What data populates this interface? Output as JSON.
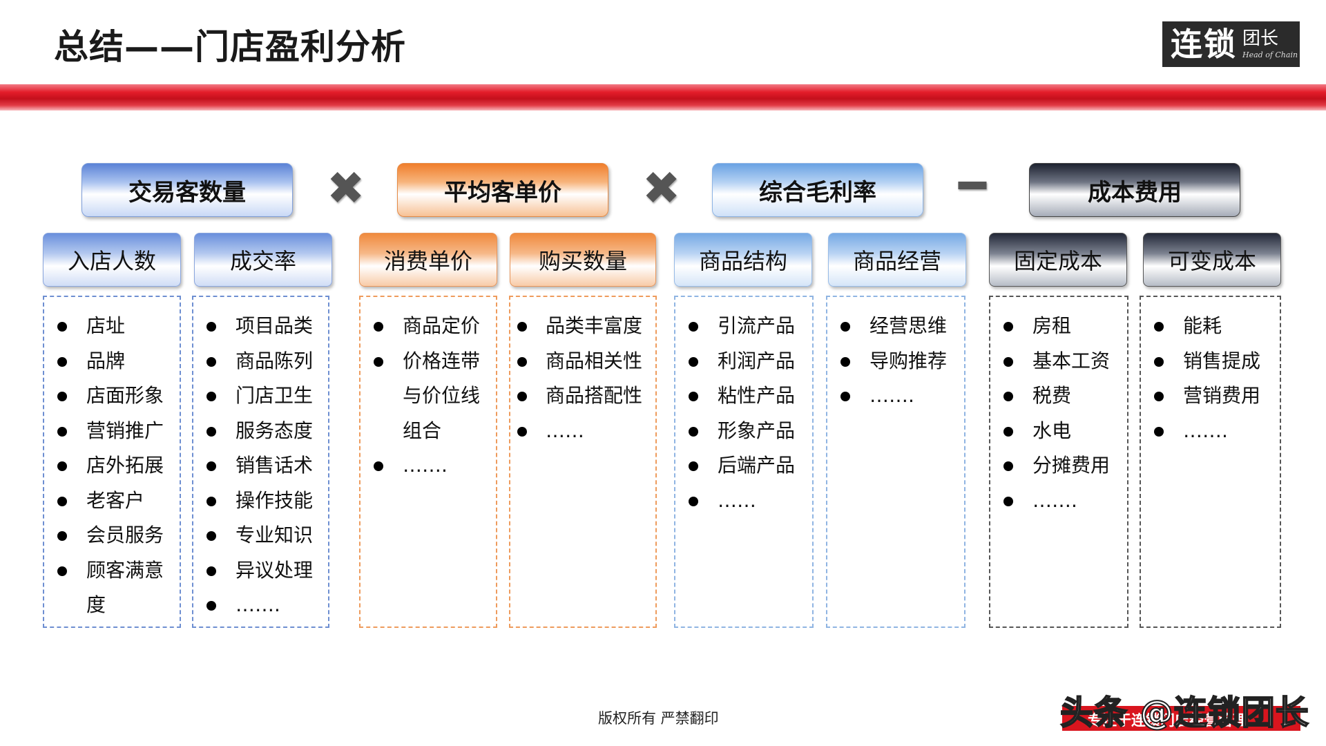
{
  "title": "总结——门店盈利分析",
  "logo": {
    "main": "连锁",
    "side": "团长",
    "en": "Head of Chain"
  },
  "headers": [
    {
      "label": "交易客数量",
      "color": "#5b82d6"
    },
    {
      "label": "平均客单价",
      "color": "#f07e2c"
    },
    {
      "label": "综合毛利率",
      "color": "#6aa2e3"
    },
    {
      "label": "成本费用",
      "color": "#1d2230"
    }
  ],
  "operators": [
    "✖",
    "✖",
    "━"
  ],
  "columns": [
    {
      "label": "入店人数",
      "items": [
        "店址",
        "品牌",
        "店面形象",
        "营销推广",
        "店外拓展",
        "老客户",
        "会员服务",
        "顾客满意度"
      ]
    },
    {
      "label": "成交率",
      "items": [
        "项目品类",
        "商品陈列",
        "门店卫生",
        "服务态度",
        "销售话术",
        "操作技能",
        "专业知识",
        "异议处理",
        "……."
      ]
    },
    {
      "label": "消费单价",
      "items": [
        "商品定价",
        "价格连带与价位线组合",
        "……."
      ]
    },
    {
      "label": "购买数量",
      "items": [
        "品类丰富度",
        "商品相关性",
        "商品搭配性",
        "……"
      ]
    },
    {
      "label": "商品结构",
      "items": [
        "引流产品",
        "利润产品",
        "粘性产品",
        "形象产品",
        "后端产品",
        "……"
      ]
    },
    {
      "label": "商品经营",
      "items": [
        "经营思维",
        "导购推荐",
        "……."
      ]
    },
    {
      "label": "固定成本",
      "items": [
        "房租",
        "基本工资",
        "税费",
        "水电",
        "分摊费用",
        "……."
      ]
    },
    {
      "label": "可变成本",
      "items": [
        "能耗",
        "销售提成",
        "营销费用",
        "……."
      ]
    }
  ],
  "footer": "版权所有  严禁翻印",
  "watermark": {
    "text": "头条 @连锁团长",
    "bar_text": "专注于连锁门店经营管理"
  }
}
